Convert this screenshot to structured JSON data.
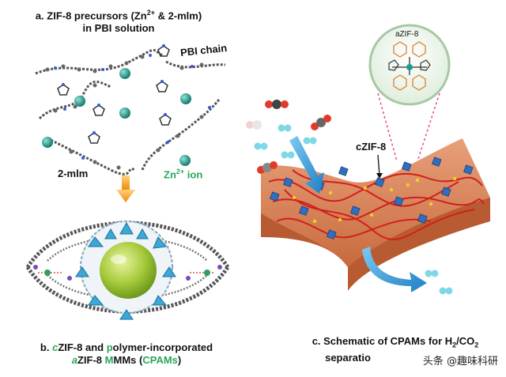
{
  "panel_a": {
    "caption_line1_pre": "a. ZIF-8 precursors (Zn",
    "caption_line1_sup": "2+",
    "caption_line1_post": " & 2-mlm)",
    "caption_line2": "in PBI solution",
    "pbi_chain_label": "PBI chain",
    "mlm_label": "2-mlm",
    "zn_label_pre": "Zn",
    "zn_label_sup": "2+",
    "zn_label_post": " ion"
  },
  "panel_b": {
    "caption_prefix": "b. ",
    "caption_c": "c",
    "caption_mid1": "ZIF-8 and ",
    "caption_p": "p",
    "caption_mid2": "olymer-incorporated",
    "caption_a": "a",
    "caption_mid3": "ZIF-8 ",
    "caption_m": "M",
    "caption_mmm": "MMs (",
    "caption_cpams": "CPAMs",
    "caption_end": ")"
  },
  "panel_c": {
    "caption_line1_pre": "c. Schematic of CPAMs for H",
    "caption_sub1": "2",
    "caption_slash": "/CO",
    "caption_sub2": "2",
    "caption_line2": "separatio",
    "czif_label": "cZIF-8",
    "azif_label": "aZIF-8"
  },
  "watermark": "头条 @趣味科研",
  "colors": {
    "zn_teal": "#1c9c8c",
    "membrane": "#d9845a",
    "polymer_red": "#d0201c",
    "zif_blue": "#2f6fc0",
    "arrow_blue": "#2a92d8",
    "accent_green": "#2aa55a",
    "accent_orange": "#f0a020"
  }
}
